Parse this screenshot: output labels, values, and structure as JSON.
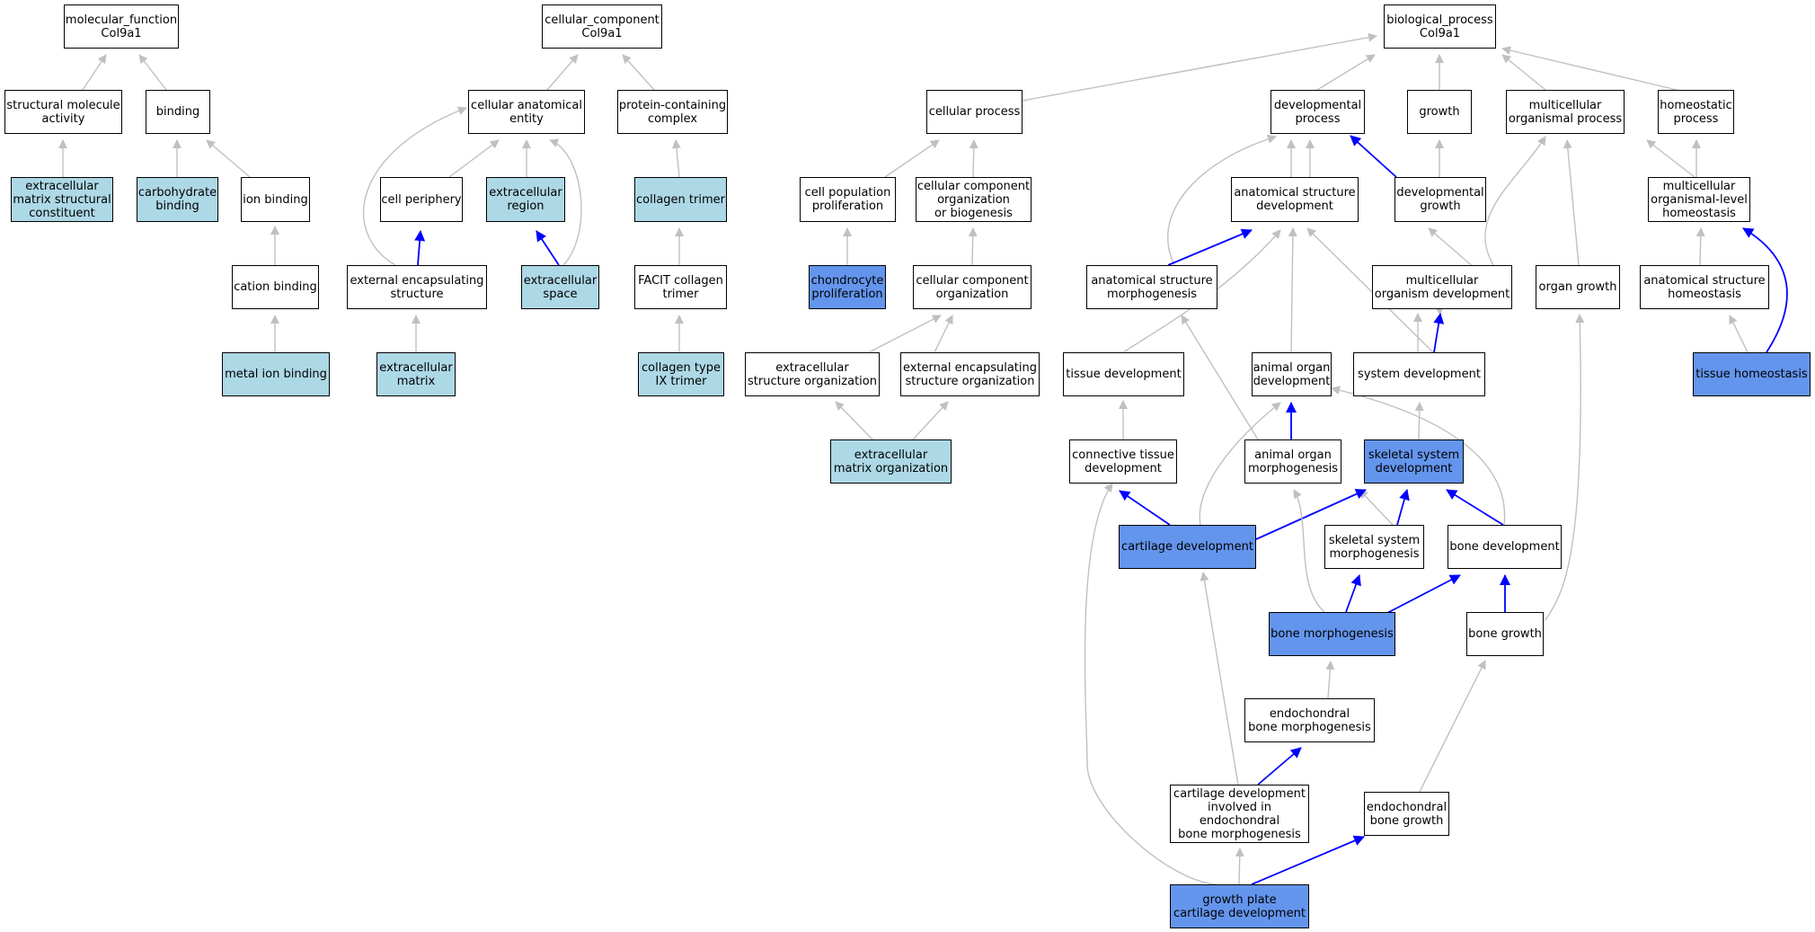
{
  "colors": {
    "light_fill": "#add8e6",
    "dark_fill": "#6495ed",
    "edge_gray": "#c0c0c0",
    "edge_blue": "#0000ff"
  },
  "nodes": {
    "mf": "molecular_function\nCol9a1",
    "cc": "cellular_component\nCol9a1",
    "bp": "biological_process\nCol9a1",
    "smact": "structural molecule\nactivity",
    "bind": "binding",
    "ecmsc": "extracellular\nmatrix structural\nconstituent",
    "carb": "carbohydrate\nbinding",
    "ionb": "ion binding",
    "catb": "cation binding",
    "metal": "metal ion binding",
    "cae": "cellular anatomical\nentity",
    "pcc": "protein-containing\ncomplex",
    "cper": "cell periphery",
    "ecr": "extracellular\nregion",
    "coltri": "collagen trimer",
    "ees": "external encapsulating\nstructure",
    "ecs": "extracellular\nspace",
    "facit": "FACIT collagen\ntrimer",
    "ecm": "extracellular\nmatrix",
    "col9": "collagen type\nIX trimer",
    "cp": "cellular process",
    "dp": "developmental\nprocess",
    "gr": "growth",
    "mop": "multicellular\norganismal process",
    "hp": "homeostatic\nprocess",
    "cpp": "cell population\nproliferation",
    "ccob": "cellular component\norganization\nor biogenesis",
    "asd": "anatomical structure\ndevelopment",
    "dg": "developmental\ngrowth",
    "mlh": "multicellular\norganismal-level\nhomeostasis",
    "chp": "chondrocyte\nproliferation",
    "cco": "cellular component\norganization",
    "asm": "anatomical structure\nmorphogenesis",
    "mod": "multicellular\norganism development",
    "og": "organ growth",
    "ash": "anatomical structure\nhomeostasis",
    "eso": "extracellular\nstructure organization",
    "eeso": "external encapsulating\nstructure organization",
    "td": "tissue development",
    "aod": "animal organ\ndevelopment",
    "sd": "system development",
    "th": "tissue homeostasis",
    "ecmo": "extracellular\nmatrix organization",
    "ctd": "connective tissue\ndevelopment",
    "aom": "animal organ\nmorphogenesis",
    "ssd": "skeletal system\ndevelopment",
    "cd": "cartilage development",
    "ssm": "skeletal system\nmorphogenesis",
    "bd": "bone development",
    "bm": "bone morphogenesis",
    "bg": "bone growth",
    "ebm": "endochondral\nbone morphogenesis",
    "cdiebm": "cartilage development\ninvolved in\nendochondral\nbone morphogenesis",
    "ebg": "endochondral\nbone growth",
    "gpcd": "growth plate\ncartilage development"
  }
}
